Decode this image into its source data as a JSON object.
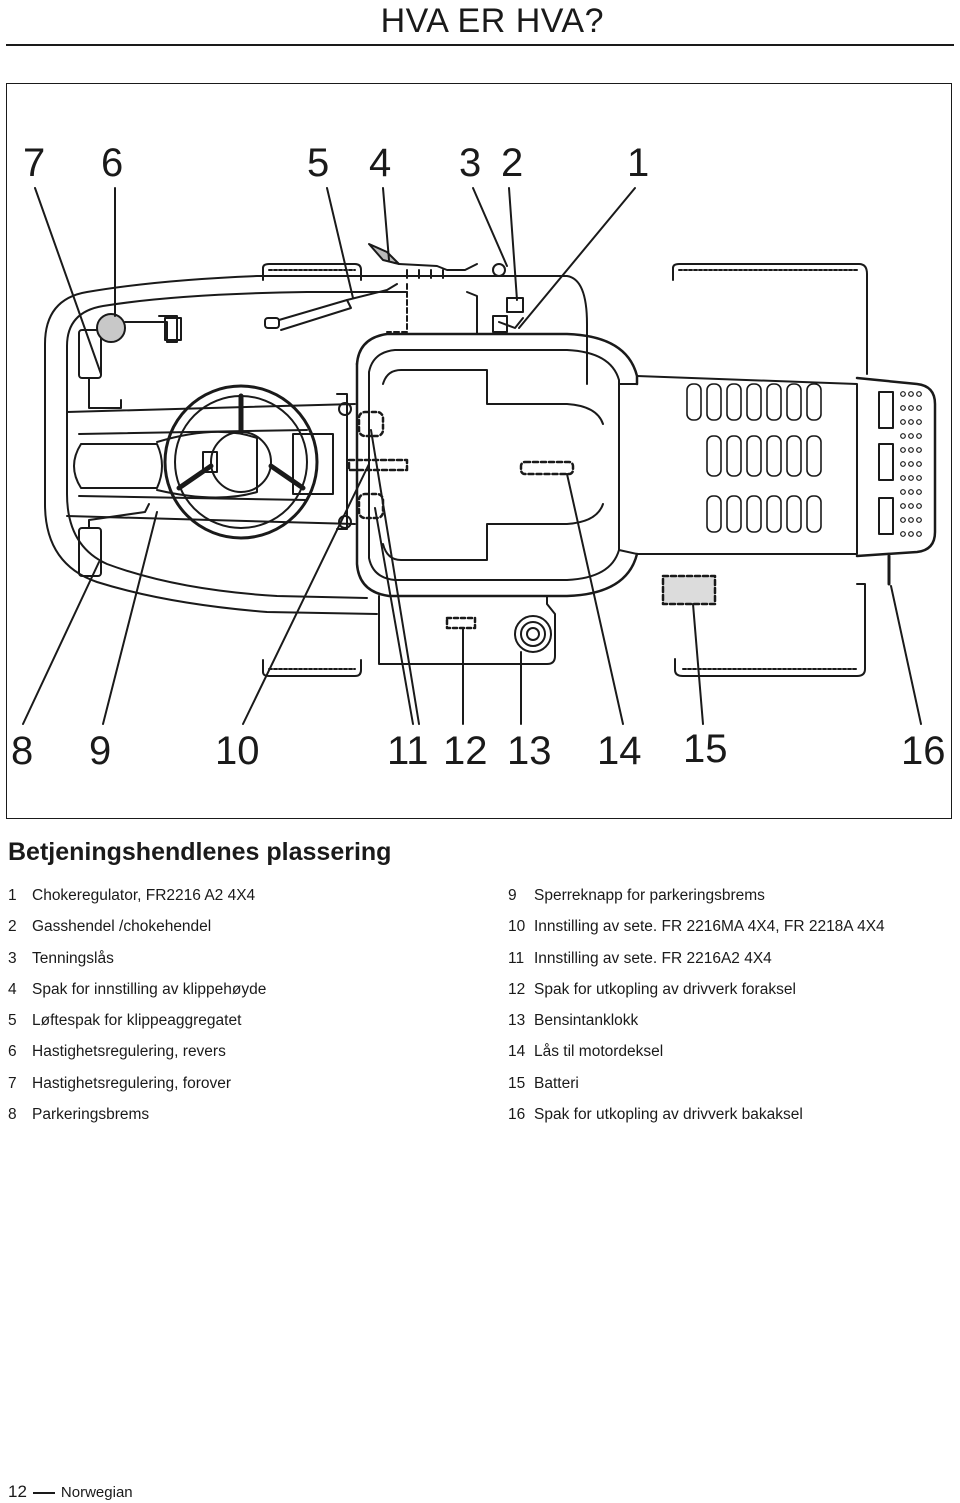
{
  "header": {
    "title": "HVA ER HVA?"
  },
  "figure": {
    "callouts_top": [
      "7",
      "6",
      "5",
      "4",
      "3",
      "2",
      "1"
    ],
    "callouts_bottom": [
      "8",
      "9",
      "10",
      "11",
      "12",
      "13",
      "14",
      "15",
      "16"
    ]
  },
  "section": {
    "title": "Betjeningshendlenes plassering",
    "left_items": [
      {
        "num": "1",
        "text": "Chokeregulator, FR2216 A2 4X4"
      },
      {
        "num": "2",
        "text": "Gasshendel /chokehendel"
      },
      {
        "num": "3",
        "text": "Tenningslås"
      },
      {
        "num": "4",
        "text": "Spak for innstilling av klippehøyde"
      },
      {
        "num": "5",
        "text": "Løftespak for klippeaggregatet"
      },
      {
        "num": "6",
        "text": "Hastighetsregulering, revers"
      },
      {
        "num": "7",
        "text": "Hastighetsregulering, forover"
      },
      {
        "num": "8",
        "text": "Parkeringsbrems"
      }
    ],
    "right_items": [
      {
        "num": "9",
        "text": "Sperreknapp for parkeringsbrems"
      },
      {
        "num": "10",
        "text": "Innstilling av sete. FR 2216MA 4X4, FR 2218A 4X4"
      },
      {
        "num": "11",
        "text": "Innstilling av sete. FR 2216A2 4X4"
      },
      {
        "num": "12",
        "text": "Spak for utkopling av drivverk foraksel"
      },
      {
        "num": "13",
        "text": "Bensintanklokk"
      },
      {
        "num": "14",
        "text": "Lås til motordeksel"
      },
      {
        "num": "15",
        "text": "Batteri"
      },
      {
        "num": "16",
        "text": "Spak for utkopling av drivverk bakaksel"
      }
    ]
  },
  "footer": {
    "page_number": "12",
    "language": "Norwegian"
  }
}
